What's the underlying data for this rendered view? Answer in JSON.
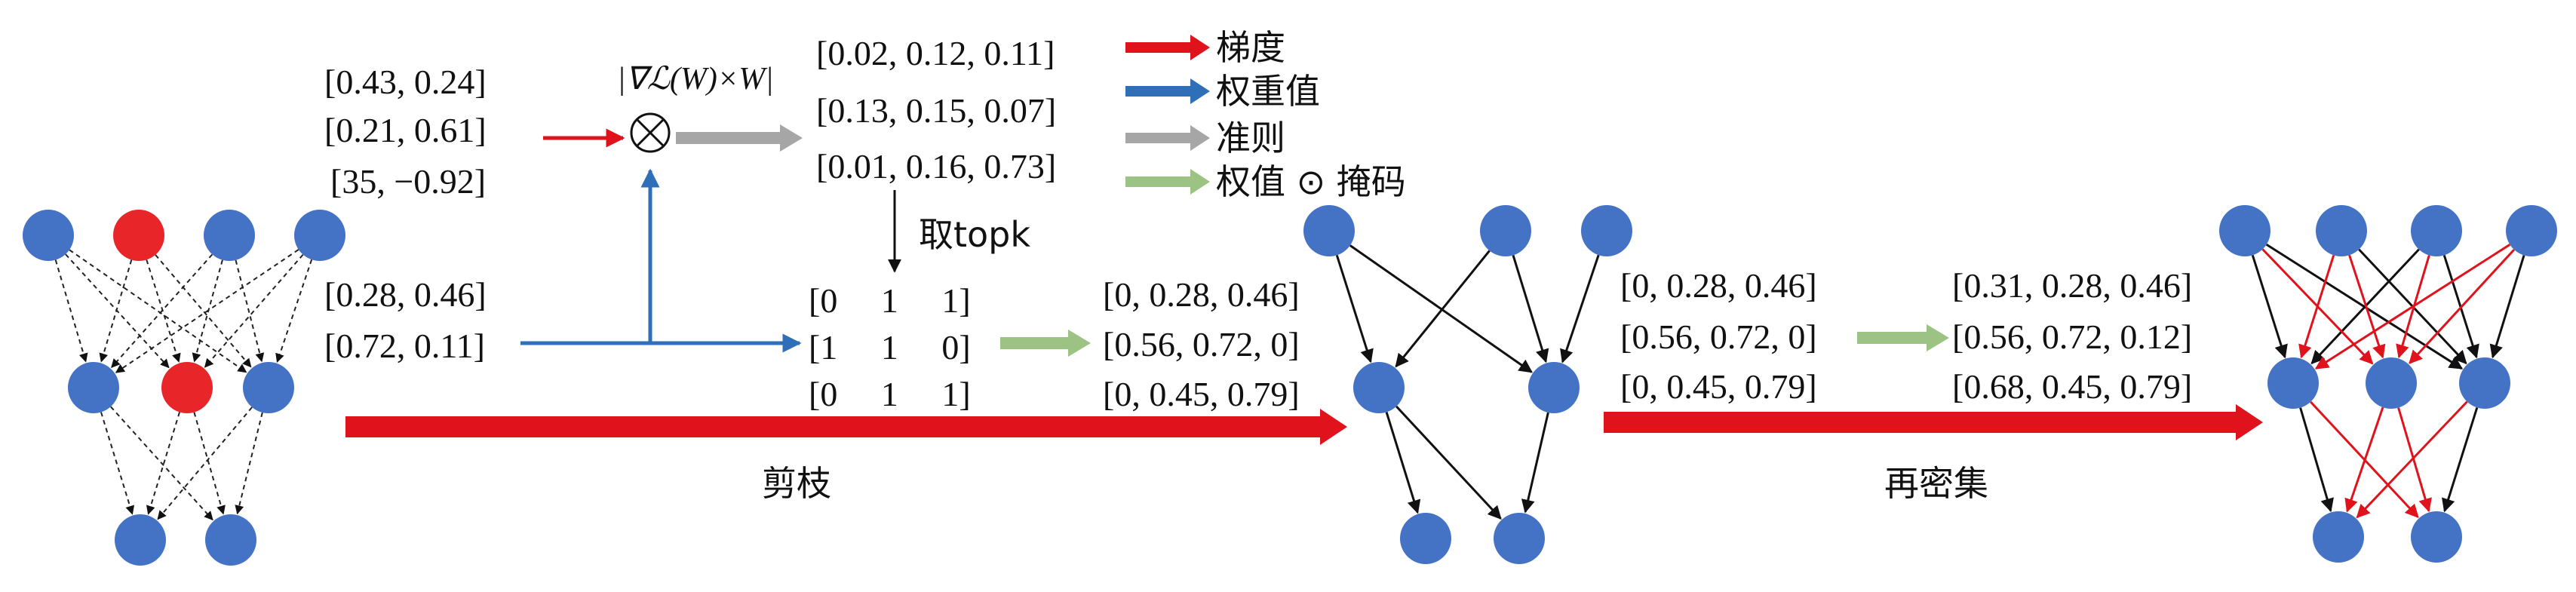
{
  "inputs": {
    "gradient_vectors": [
      "[0.43, 0.24]",
      "[0.21, 0.61]",
      "[35, −0.92]"
    ],
    "weight_vectors": [
      "[0.28, 0.46]",
      "[0.72, 0.11]"
    ]
  },
  "criterion_formula": "|∇ℒ(W)×W|",
  "criterion_matrix": [
    "[0.02, 0.12, 0.11]",
    "[0.13, 0.15, 0.07]",
    "[0.01, 0.16, 0.73]"
  ],
  "topk_label": "取topk",
  "mask_matrix": [
    "[0     1     1]",
    "[1     1     0]",
    "[0     1     1]"
  ],
  "pruned_weights": [
    "[0, 0.28, 0.46]",
    "[0.56, 0.72, 0]",
    "[0, 0.45, 0.79]"
  ],
  "sparse_weights": [
    "[0, 0.28, 0.46]",
    "[0.56, 0.72, 0]",
    "[0, 0.45, 0.79]"
  ],
  "dense_weights": [
    "[0.31, 0.28, 0.46]",
    "[0.56, 0.72, 0.12]",
    "[0.68, 0.45, 0.79]"
  ],
  "legend": {
    "gradient": "梯度",
    "weight": "权重值",
    "criterion": "准则",
    "masked": "权值 ⊙ 掩码"
  },
  "stages": {
    "prune": "剪枝",
    "redense": "再密集"
  },
  "colors": {
    "node_blue": "#4472c4",
    "node_red": "#e8262a",
    "gradient_arrow": "#e0121c",
    "weight_arrow": "#2e6fb7",
    "criterion_arrow": "#a6a6a6",
    "masked_arrow": "#9dc384"
  }
}
